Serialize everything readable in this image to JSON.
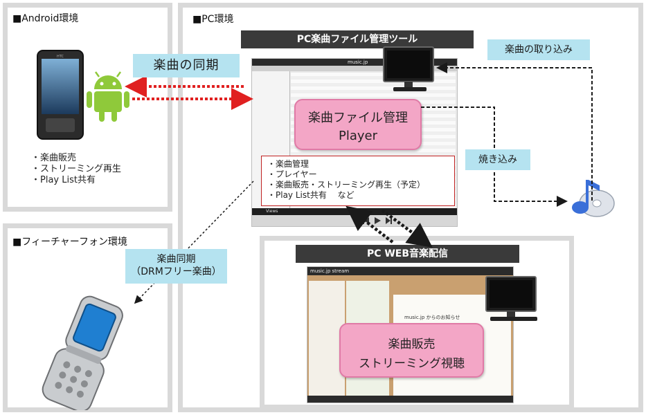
{
  "android": {
    "title": "■Android環境",
    "features": [
      "・楽曲販売",
      "・ストリーミング再生",
      "・Play List共有"
    ]
  },
  "feature_phone": {
    "title": "■フィーチャーフォン環境"
  },
  "pc": {
    "title": "■PC環境",
    "tool_title": "PC楽曲ファイル管理ツール",
    "tool_center_line1": "楽曲ファイル管理",
    "tool_center_line2": "Player",
    "tool_features": [
      "・楽曲管理",
      "・プレイヤー",
      "・楽曲販売・ストリーミング再生（予定）",
      "・Play List共有　 など"
    ],
    "web_title": "PC WEB音楽配信",
    "web_center_line1": "楽曲販売",
    "web_center_line2": "ストリーミング視聴",
    "app_logo": "music.jp",
    "app_tab": "Views",
    "web_logo": "music.jp stream",
    "web_news": "music.jp からのお知らせ"
  },
  "labels": {
    "sync": "楽曲の同期",
    "import": "楽曲の取り込み",
    "burn": "焼き込み",
    "drm_sync_line1": "楽曲同期",
    "drm_sync_line2": "（DRMフリー楽曲）"
  },
  "colors": {
    "panel_border": "#d9d9d9",
    "cyan_label": "#b5e3f0",
    "pink_box": "#f3a6c6",
    "red_arrow": "#e02020",
    "dark_bar": "#3a3a3a"
  }
}
